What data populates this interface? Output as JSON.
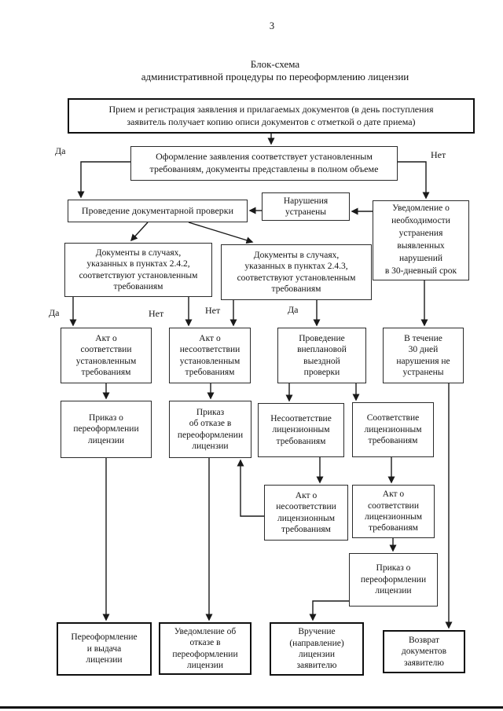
{
  "page": {
    "number": "3"
  },
  "title": {
    "line1": "Блок-схема",
    "line2": "административной процедуры по переоформлению лицензии"
  },
  "labels": {
    "yes": "Да",
    "no": "Нет"
  },
  "colors": {
    "ink": "#141414",
    "border": "#2b2b2b",
    "paper": "#ffffff"
  },
  "nodes": {
    "b1": "Прием и регистрация заявления и прилагаемых документов (в день поступления\nзаявитель получает копию описи документов с отметкой о дате приема)",
    "b2": "Оформление заявления соответствует установленным\nтребованиям, документы представлены в полном объеме",
    "b3": "Проведение документарной проверки",
    "b4": "Нарушения\nустранены",
    "b5": "Уведомление о\nнеобходимости\nустранения\nвыявленных\nнарушений\nв 30-дневный срок",
    "b6": "Документы в случаях,\nуказанных в пунктах 2.4.2,\nсоответствуют установленным\nтребованиям",
    "b7": "Документы в случаях,\nуказанных в пунктах 2.4.3,\nсоответствуют установленным\nтребованиям",
    "b8": "Акт о\nсоответствии\nустановленным\nтребованиям",
    "b9": "Акт о\nнесоответствии\nустановленным\nтребованиям",
    "b10": "Проведение\nвнеплановой\nвыездной\nпроверки",
    "b11": "В течение\n30 дней\nнарушения не\nустранены",
    "b12": "Приказ о\nпереоформлении\nлицензии",
    "b13": "Приказ\nоб отказе в\nпереоформлении\nлицензии",
    "b14": "Несоответствие\nлицензионным\nтребованиям",
    "b15": "Соответствие\nлицензионным\nтребованиям",
    "b16": "Акт о\nнесоответствии\nлицензионным\nтребованиям",
    "b17": "Акт о\nсоответствии\nлицензионным\nтребованиям",
    "b18": "Приказ о\nпереоформлении\nлицензии",
    "b19": "Переоформление\nи выдача\nлицензии",
    "b20": "Уведомление об\nотказе в\nпереоформлении\nлицензии",
    "b21": "Вручение\n(направление)\nлицензии\nзаявителю",
    "b22": "Возврат\nдокументов\nзаявителю"
  }
}
